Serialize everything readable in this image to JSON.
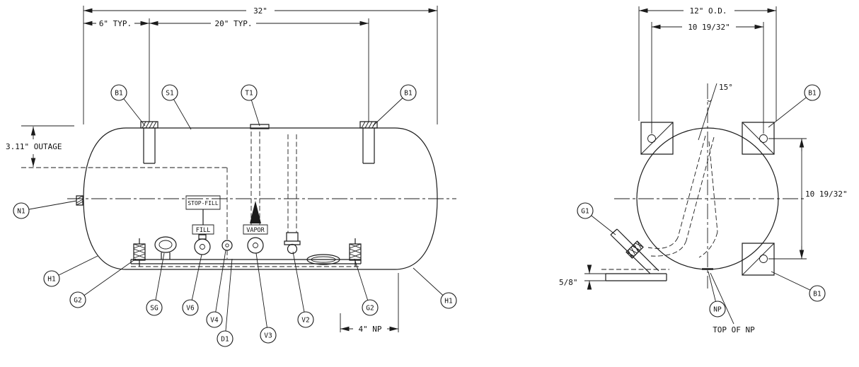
{
  "drawing": {
    "side_view": {
      "dim_overall": "32\"",
      "dim_bracket_offset": "6\" TYP.",
      "dim_bracket_spacing": "20\" TYP.",
      "outage": "3.11\" OUTAGE",
      "dim_np": "4\" NP",
      "labels": {
        "stop_fill": "STOP-FILL",
        "fill": "FILL",
        "vapor": "VAPOR"
      },
      "balloons": {
        "b1_left": "B1",
        "s1": "S1",
        "t1": "T1",
        "b1_right": "B1",
        "n1": "N1",
        "h1_left": "H1",
        "g2_left": "G2",
        "sg": "SG",
        "v6": "V6",
        "v4": "V4",
        "d1": "D1",
        "v3": "V3",
        "v2": "V2",
        "g2_right": "G2",
        "h1_right": "H1"
      }
    },
    "end_view": {
      "dim_od": "12\" O.D.",
      "dim_bolt_width": "10 19/32\"",
      "dim_bolt_height": "10 19/32\"",
      "dim_dip_angle": "15°",
      "dim_foot_offset": "5/8\"",
      "label_top_of_np": "TOP OF NP",
      "balloons": {
        "b1_top": "B1",
        "g1": "G1",
        "np": "NP",
        "b1_bottom": "B1"
      }
    }
  }
}
